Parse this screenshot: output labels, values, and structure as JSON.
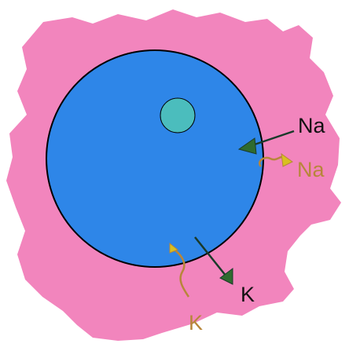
{
  "labels": {
    "na_primary": "Na",
    "na_secondary": "Na",
    "k_primary": "K",
    "k_secondary": "K"
  },
  "colors": {
    "background": "#ffffff",
    "cytoplasm": "#f285bd",
    "nucleus_body": "#2e86e8",
    "nucleolus": "#4bbdbd",
    "outline": "#000000",
    "dark_arrow_shaft": "#1a3a2a",
    "dark_arrow_head": "#2f6b2f",
    "tan_arrow": "#b8863a",
    "tan_arrow_head": "#d8c020",
    "na_primary_text": "#111111",
    "k_primary_text": "#111111",
    "secondary_text": "#b8863a"
  }
}
